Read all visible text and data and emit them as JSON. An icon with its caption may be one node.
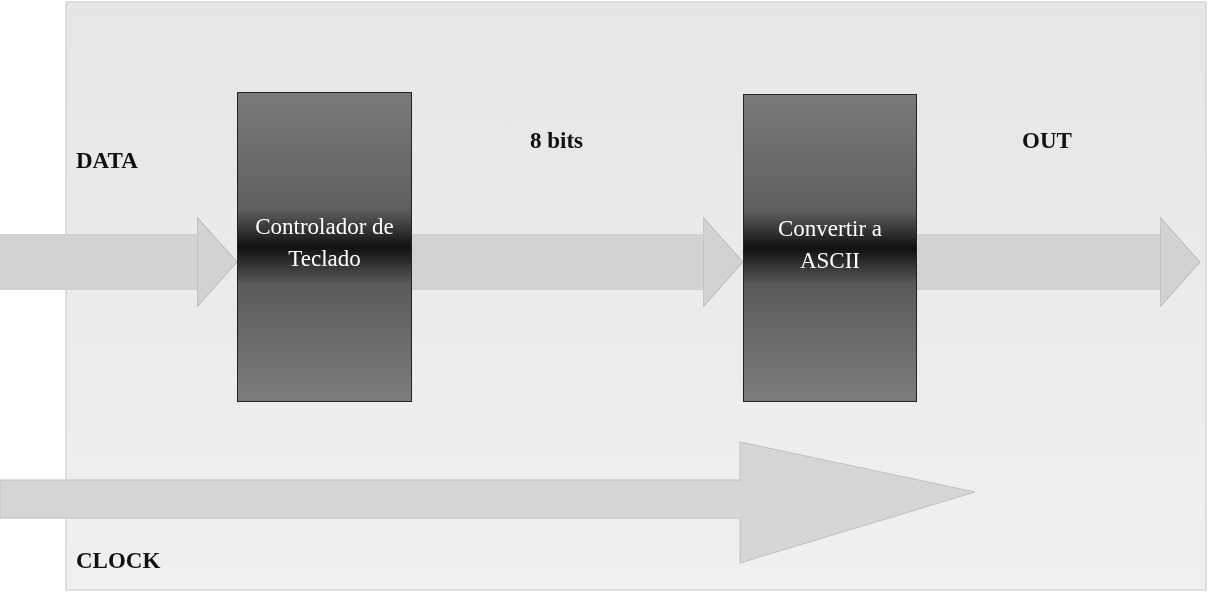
{
  "diagram": {
    "nodes": [
      {
        "text": [
          "Controlador de Teclado"
        ]
      },
      {
        "text": [
          "Convertir a ASCII"
        ]
      }
    ],
    "edges": [
      {
        "from": null,
        "to": 0,
        "arrow": "to",
        "label": "DATA"
      },
      {
        "from": 0,
        "to": 1,
        "arrow": "to",
        "label": "8 bits"
      },
      {
        "from": 1,
        "to": null,
        "arrow": "to",
        "label": "OUT"
      }
    ],
    "labels": [
      "CLOCK"
    ]
  }
}
